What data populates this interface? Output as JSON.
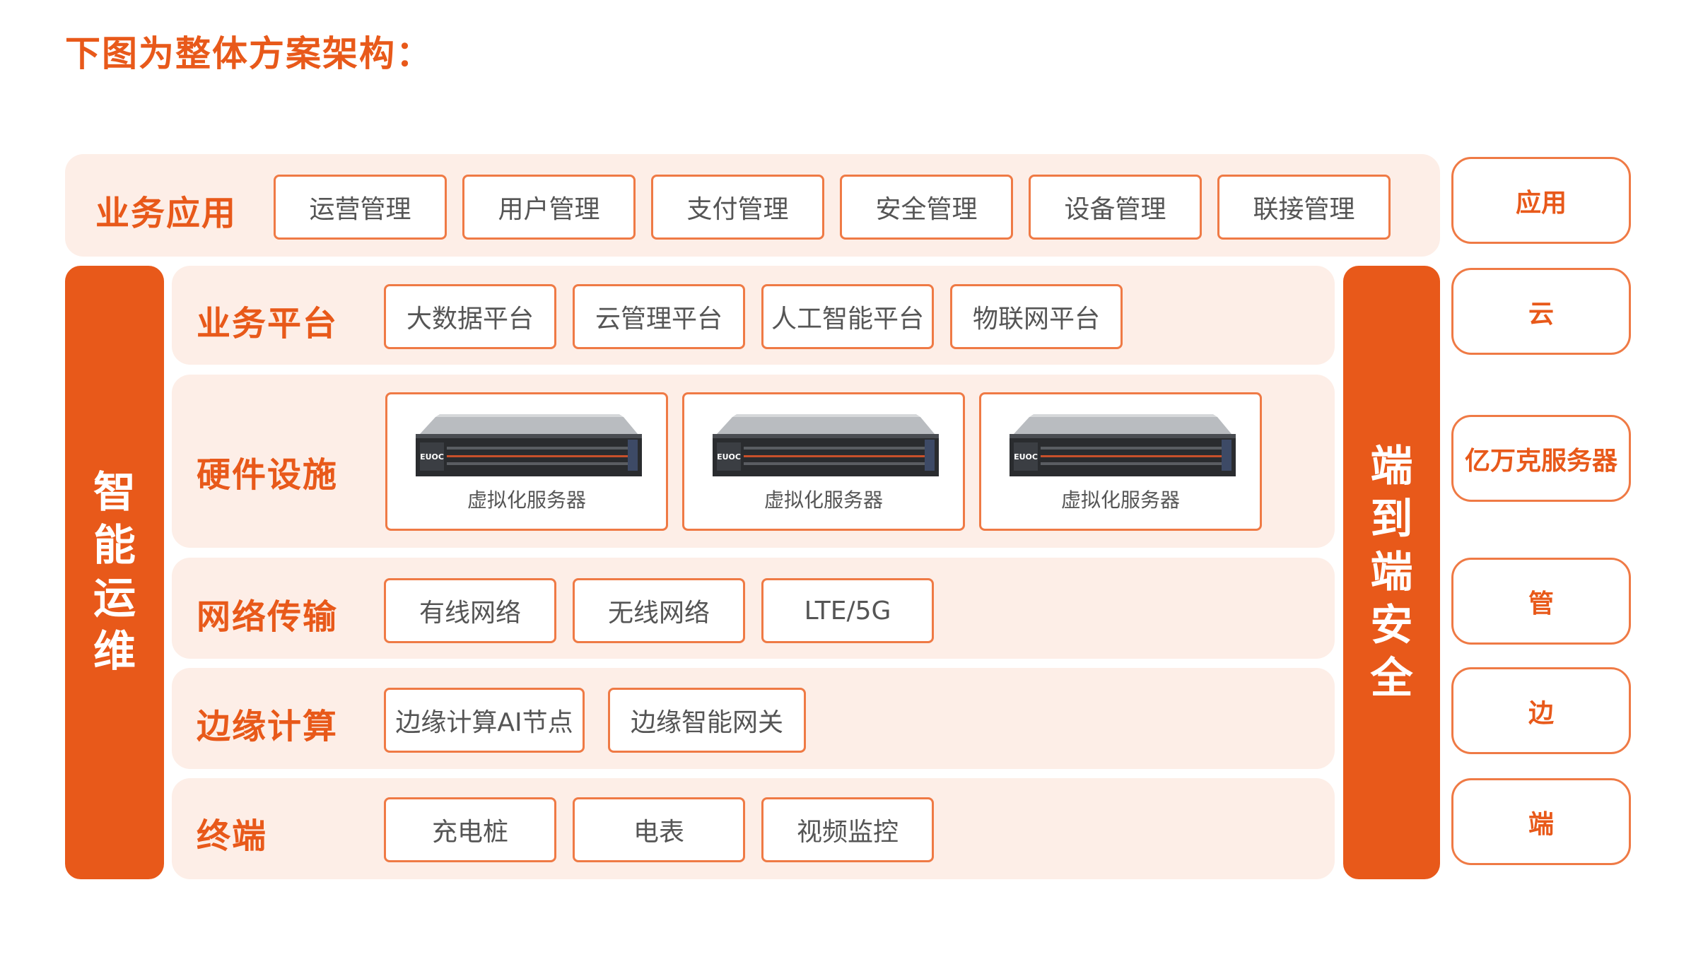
{
  "title": "下图为整体方案架构：",
  "rows": {
    "app": {
      "label": "业务应用",
      "items": [
        "运营管理",
        "用户管理",
        "支付管理",
        "安全管理",
        "设备管理",
        "联接管理"
      ]
    },
    "platform": {
      "label": "业务平台",
      "items": [
        "大数据平台",
        "云管理平台",
        "人工智能平台",
        "物联网平台"
      ]
    },
    "hardware": {
      "label": "硬件设施",
      "items": [
        "虚拟化服务器",
        "虚拟化服务器",
        "虚拟化服务器"
      ],
      "brand": "EUOC"
    },
    "network": {
      "label": "网络传输",
      "items": [
        "有线网络",
        "无线网络",
        "LTE/5G"
      ]
    },
    "edge": {
      "label": "边缘计算",
      "items": [
        "边缘计算AI节点",
        "边缘智能网关"
      ]
    },
    "terminal": {
      "label": "终端",
      "items": [
        "充电桩",
        "电表",
        "视频监控"
      ]
    }
  },
  "left_bar": [
    "智",
    "能",
    "运",
    "维"
  ],
  "right_bar": [
    "端",
    "到",
    "端",
    "安",
    "全"
  ],
  "side_labels": [
    "应用",
    "云",
    "亿万克服务器",
    "管",
    "边",
    "端"
  ],
  "colors": {
    "accent": "#e8591a",
    "band": "#fdeee7",
    "border": "#ef7a45"
  },
  "icons": {
    "server": "rack-server-icon"
  }
}
